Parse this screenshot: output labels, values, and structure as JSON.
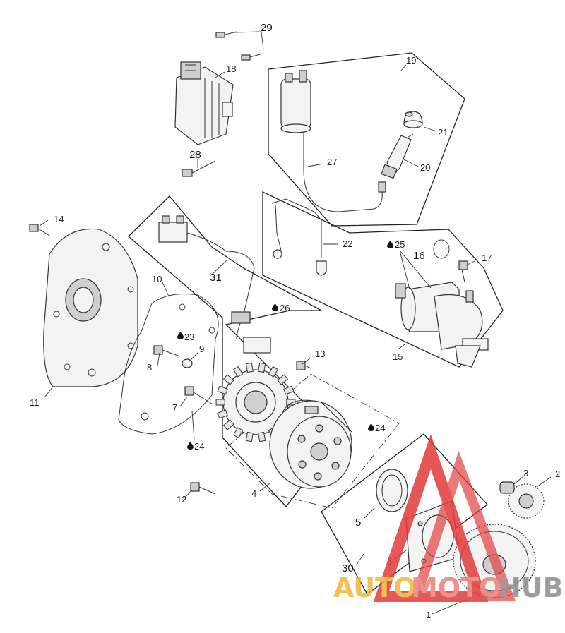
{
  "callouts": {
    "c1": "1",
    "c2": "2",
    "c3": "3",
    "c4": "4",
    "c5": "5",
    "c6": "6",
    "c7": "7",
    "c8": "8",
    "c9": "9",
    "c10": "10",
    "c11": "11",
    "c12": "12",
    "c13": "13",
    "c14": "14",
    "c15": "15",
    "c16": "16",
    "c17": "17",
    "c18": "18",
    "c19": "19",
    "c20": "20",
    "c21": "21",
    "c22": "22",
    "c23": "23",
    "c24a": "24",
    "c24b": "24",
    "c25": "25",
    "c26": "26",
    "c27": "27",
    "c28": "28",
    "c29": "29",
    "c30": "30",
    "c31": "31"
  },
  "watermark": {
    "brand_auto": "AUTO",
    "brand_moto": "MOTO",
    "brand_hub": "HUB",
    "colors": {
      "auto": "#f2b43a",
      "moto": "#e8807a",
      "hub": "#8c8c8c",
      "triangle": "#e23b3b"
    }
  },
  "icons": [
    "oil-drop-icon"
  ]
}
